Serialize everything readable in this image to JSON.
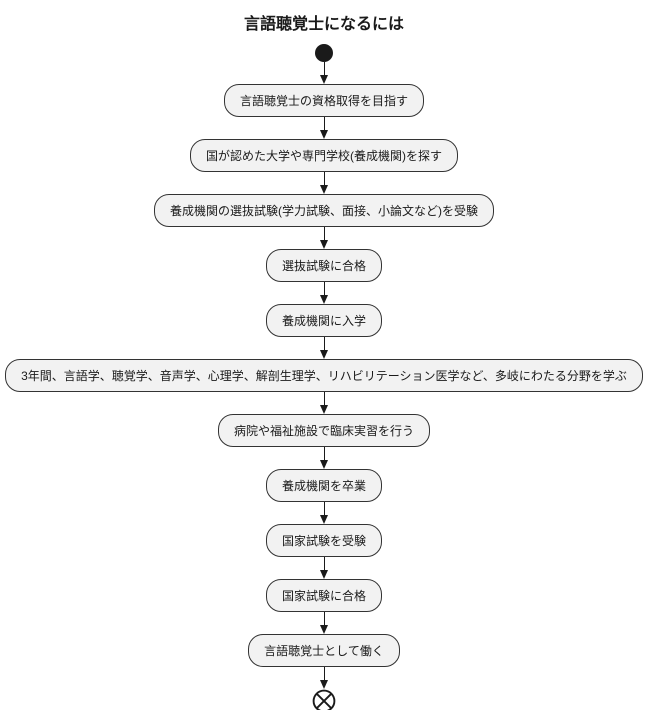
{
  "title": "言語聴覚士になるには",
  "colors": {
    "node_fill": "#f2f2f2",
    "node_border": "#333333",
    "ink": "#1a1a1a",
    "background": "#ffffff"
  },
  "flow": {
    "start_symbol": "filled-circle",
    "end_symbol": "circled-x",
    "direction": "top-down",
    "nodes": [
      {
        "label": "言語聴覚士の資格取得を目指す"
      },
      {
        "label": "国が認めた大学や専門学校(養成機関)を探す"
      },
      {
        "label": "養成機関の選抜試験(学力試験、面接、小論文など)を受験"
      },
      {
        "label": "選抜試験に合格"
      },
      {
        "label": "養成機関に入学"
      },
      {
        "label": "3年間、言語学、聴覚学、音声学、心理学、解剖生理学、リハビリテーション医学など、多岐にわたる分野を学ぶ"
      },
      {
        "label": "病院や福祉施設で臨床実習を行う"
      },
      {
        "label": "養成機関を卒業"
      },
      {
        "label": "国家試験を受験"
      },
      {
        "label": "国家試験に合格"
      },
      {
        "label": "言語聴覚士として働く"
      }
    ]
  }
}
